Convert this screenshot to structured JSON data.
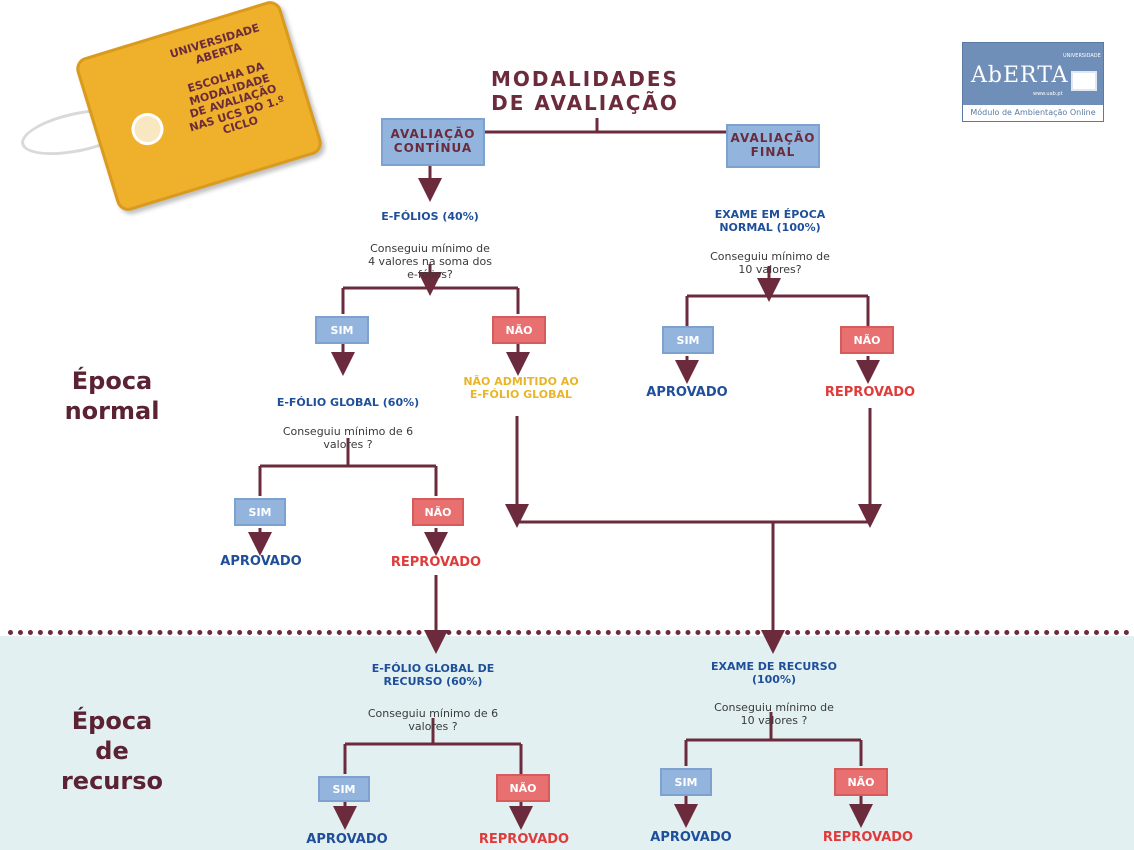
{
  "title": "MODALIDADES\nDE AVALIAÇÃO",
  "tag": {
    "text": "UNIVERSIDADE\nABERTA\n\nESCOLHA DA\nMODALIDADE\nDE AVALIAÇÃO\nNAS UCS DO 1.º CICLO"
  },
  "logo": {
    "small": "UNIVERSIDADE",
    "main": "AbERTA",
    "url": "www.uab.pt",
    "sub": "Módulo de Ambientação Online"
  },
  "modalities": {
    "continua": "AVALIAÇÃO\nCONTÍNUA",
    "final": "AVALIAÇÃO\nFINAL"
  },
  "epochs": {
    "normal": "Época\nnormal",
    "recurso": "Época\nde\nrecurso"
  },
  "labels": {
    "sim": "SIM",
    "nao": "NÃO",
    "aprovado": "APROVADO",
    "reprovado": "REPROVADO"
  },
  "nodes": {
    "efolios": {
      "heading": "E-FÓLIOS (40%)",
      "question": "Conseguiu mínimo de\n4 valores  na soma dos\ne-fólios?"
    },
    "exame_normal": {
      "heading": "EXAME EM ÉPOCA\nNORMAL (100%)",
      "question": "Conseguiu mínimo de\n10 valores?"
    },
    "efolio_global": {
      "heading": "E-FÓLIO GLOBAL (60%)",
      "question": "Conseguiu mínimo de 6\nvalores ?"
    },
    "nao_admitido": "NÃO ADMITIDO AO\nE-FÓLIO GLOBAL",
    "efolio_recurso": {
      "heading": "E-FÓLIO GLOBAL DE\nRECURSO (60%)",
      "question": "Conseguiu mínimo de 6\nvalores ?"
    },
    "exame_recurso": {
      "heading": "EXAME DE RECURSO\n(100%)",
      "question": "Conseguiu mínimo de\n10 valores ?"
    }
  },
  "colors": {
    "line": "#6b2b3c",
    "sim": "#93b4dc",
    "nao": "#e87070",
    "approved": "#1f4f9a",
    "failed": "#e03b3b",
    "recurso_bg": "#e3f0f2"
  }
}
